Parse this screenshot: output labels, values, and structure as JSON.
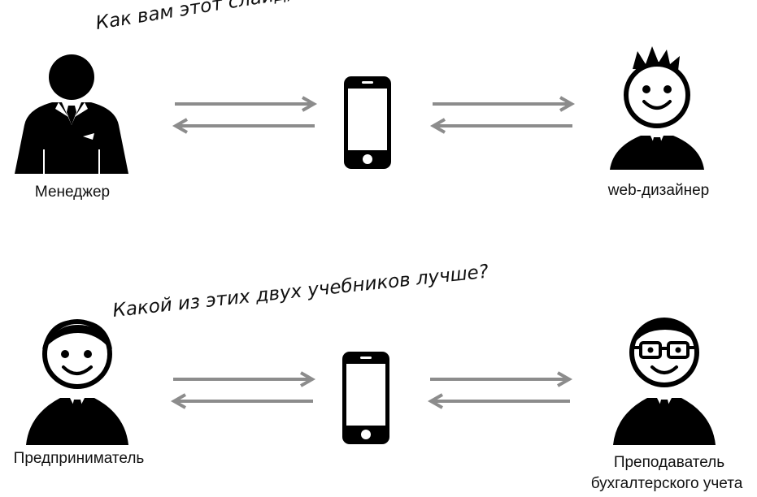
{
  "rows": [
    {
      "speech": "Как вам этот слайд, не  мрачный ?",
      "left_label": "Менеджер",
      "right_label": "web-дизайнер"
    },
    {
      "speech": "Какой из этих двух учебников лучше?",
      "left_label": "Предприниматель",
      "right_label_line1": "Преподаватель",
      "right_label_line2": "бухгалтерского учета"
    }
  ],
  "colors": {
    "figure": "#000000",
    "arrow": "#8c8c8c",
    "background": "#ffffff"
  },
  "icons": [
    "manager-person-icon",
    "smiling-person-icon",
    "glasses-person-icon",
    "smartphone-icon",
    "arrow-right-icon",
    "arrow-left-icon"
  ]
}
